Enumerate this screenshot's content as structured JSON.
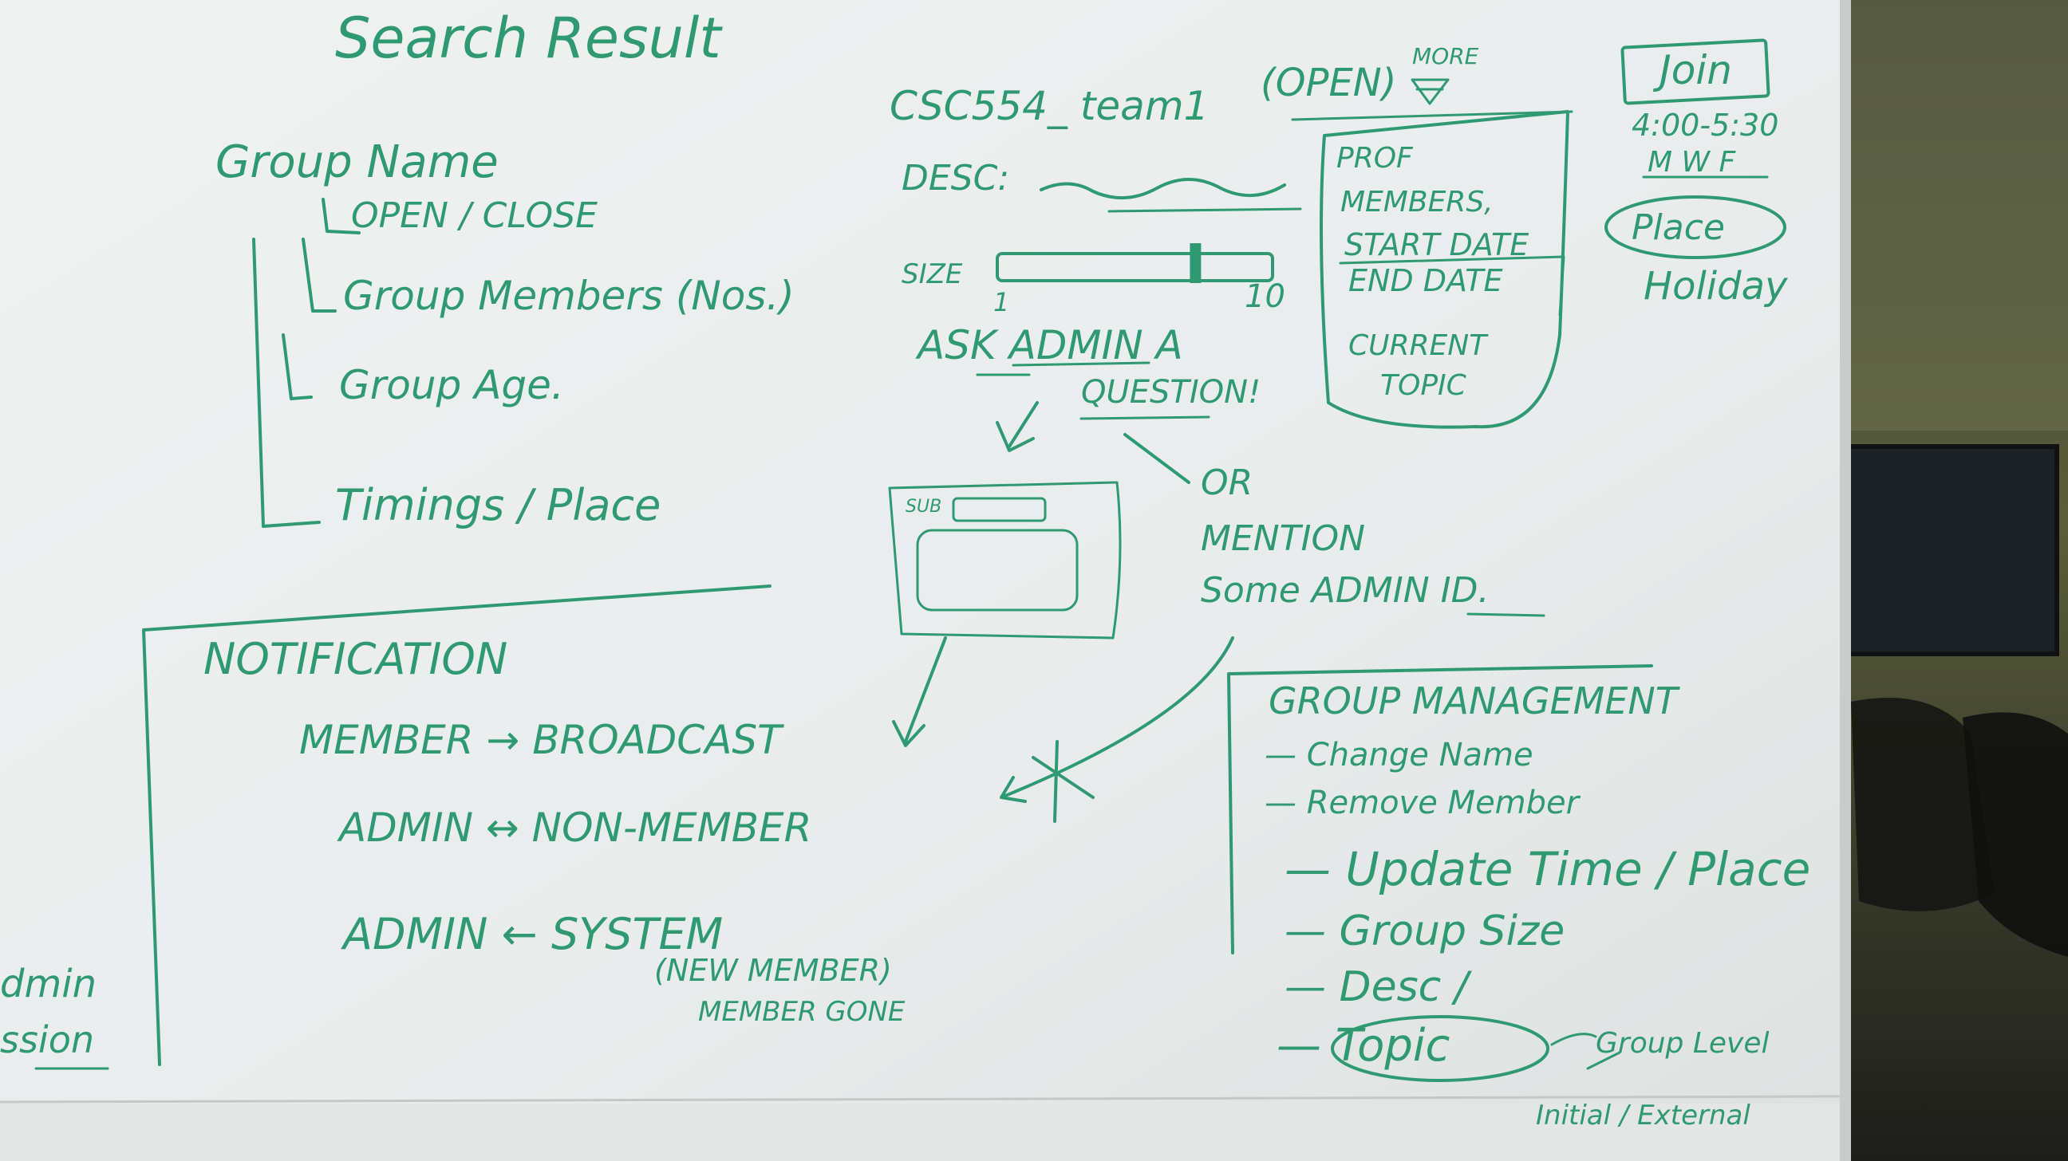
{
  "colors": {
    "board": "#eceeee",
    "marker": "#2f9a72",
    "room": "#2a2a24",
    "screen": "#1d2226"
  },
  "board": {
    "title": "Search Result",
    "group_info": {
      "heading": "Group Name",
      "items": [
        "OPEN / CLOSE",
        "Group Members (Nos.)",
        "Group Age.",
        "Timings / Place"
      ]
    },
    "group_card": {
      "name": "CSC554_ team1",
      "status": "(OPEN)",
      "more": "MORE",
      "desc_label": "DESC:",
      "size_label": "SIZE",
      "size_min": "1",
      "size_max": "10",
      "size_value": 0.72,
      "ask_admin_line1": "ASK ADMIN A",
      "ask_admin_line2": "QUESTION!",
      "or_lines": [
        "OR",
        "MENTION",
        "Some ADMIN ID."
      ],
      "form_sub_label": "SUB",
      "side_panel": [
        "PROF",
        "MEMBERS,",
        "START DATE",
        "END DATE",
        "CURRENT",
        "TOPIC"
      ],
      "join_label": "Join",
      "time": "4:00-5:30",
      "days": "M W F",
      "place": "Place",
      "holiday": "Holiday"
    },
    "notification": {
      "heading": "NOTIFICATION",
      "lines": [
        "MEMBER → BROADCAST",
        "ADMIN ↔ NON-MEMBER",
        "ADMIN ← SYSTEM"
      ],
      "system_note_1": "(NEW MEMBER)",
      "system_note_2": "MEMBER GONE"
    },
    "group_management": {
      "heading": "GROUP MANAGEMENT",
      "items": [
        "— Change Name",
        "— Remove Member",
        "— Update Time / Place",
        "— Group Size",
        "— Desc /",
        "— Topic"
      ],
      "topic_note": "Group Level",
      "topic_note_2": "Initial / External"
    },
    "left_edge_fragments": [
      "dmin",
      "ssion"
    ]
  }
}
